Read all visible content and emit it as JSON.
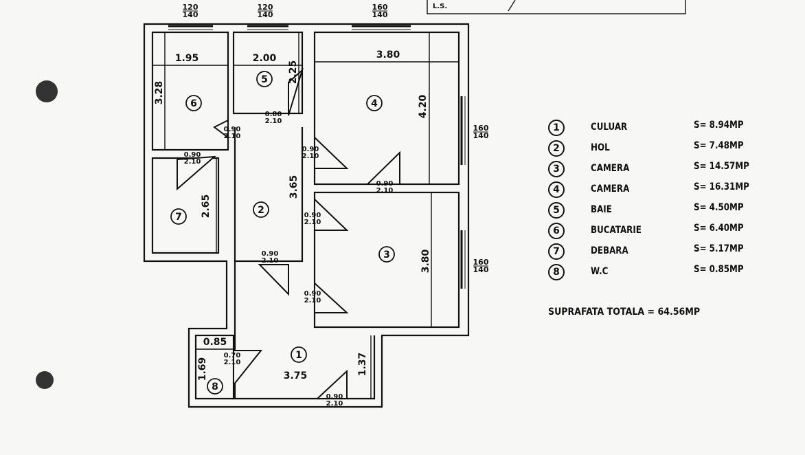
{
  "title_block": {
    "label": "L.S."
  },
  "windows": {
    "top": [
      {
        "w": "120",
        "h": "140"
      },
      {
        "w": "120",
        "h": "140"
      },
      {
        "w": "160",
        "h": "140"
      }
    ],
    "right": [
      {
        "w": "160",
        "h": "140"
      },
      {
        "w": "160",
        "h": "140"
      }
    ]
  },
  "dimensions": [
    "1.95",
    "2.00",
    "3.80",
    "3.28",
    "2.25",
    "4.20",
    "3.65",
    "2.65",
    "3.80",
    "0.85",
    "1.69",
    "3.75",
    "1.37"
  ],
  "doors": [
    {
      "w": "0.90",
      "h": "2.10"
    },
    {
      "w": "0.80",
      "h": "2.10"
    },
    {
      "w": "0.90",
      "h": "2.10"
    },
    {
      "w": "0.90",
      "h": "2.10"
    },
    {
      "w": "0.90",
      "h": "2.10"
    },
    {
      "w": "0.90",
      "h": "2.10"
    },
    {
      "w": "0.90",
      "h": "2.10"
    },
    {
      "w": "0.90",
      "h": "2.10"
    },
    {
      "w": "0.70",
      "h": "2.10"
    },
    {
      "w": "0.90",
      "h": "2.10"
    }
  ],
  "rooms": [
    {
      "num": "1",
      "name": "CULUAR",
      "area": "S= 8.94MP"
    },
    {
      "num": "2",
      "name": "HOL",
      "area": "S= 7.48MP"
    },
    {
      "num": "3",
      "name": "CAMERA",
      "area": "S= 14.57MP"
    },
    {
      "num": "4",
      "name": "CAMERA",
      "area": "S= 16.31MP"
    },
    {
      "num": "5",
      "name": "BAIE",
      "area": "S= 4.50MP"
    },
    {
      "num": "6",
      "name": "BUCATARIE",
      "area": "S= 6.40MP"
    },
    {
      "num": "7",
      "name": "DEBARA",
      "area": "S= 5.17MP"
    },
    {
      "num": "8",
      "name": "W.C",
      "area": "S= 0.85MP"
    }
  ],
  "total": "SUPRAFATA TOTALA = 64.56MP",
  "colors": {
    "ink": "#111111",
    "paper": "#f7f7f5"
  }
}
